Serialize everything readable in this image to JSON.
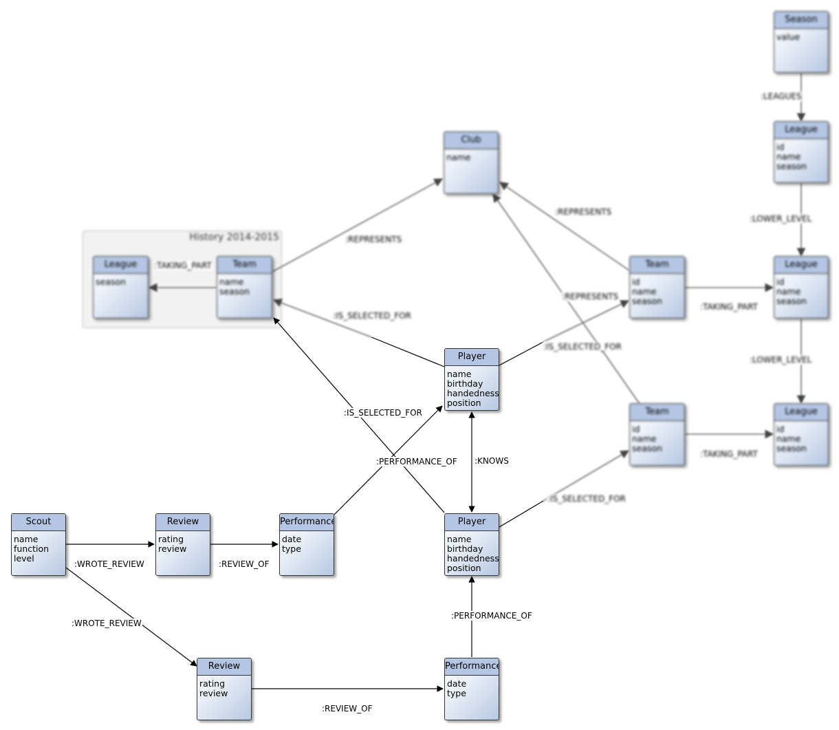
{
  "group": {
    "title": "History 2014-2015"
  },
  "nodes": {
    "season_top": {
      "title": "Season",
      "attrs": [
        "value"
      ]
    },
    "league_r1": {
      "title": "League",
      "attrs": [
        "id",
        "name",
        "season"
      ]
    },
    "league_r2": {
      "title": "League",
      "attrs": [
        "id",
        "name",
        "season"
      ]
    },
    "league_r3": {
      "title": "League",
      "attrs": [
        "id",
        "name",
        "season"
      ]
    },
    "club": {
      "title": "Club",
      "attrs": [
        "name"
      ]
    },
    "team_r1": {
      "title": "Team",
      "attrs": [
        "id",
        "name",
        "season"
      ]
    },
    "team_r2": {
      "title": "Team",
      "attrs": [
        "id",
        "name",
        "season"
      ]
    },
    "league_hist": {
      "title": "League",
      "attrs": [
        "season"
      ]
    },
    "team_hist": {
      "title": "Team",
      "attrs": [
        "name",
        "season"
      ]
    },
    "player_a": {
      "title": "Player",
      "attrs": [
        "name",
        "birthday",
        "handedness",
        "position"
      ]
    },
    "player_b": {
      "title": "Player",
      "attrs": [
        "name",
        "birthday",
        "handedness",
        "position"
      ]
    },
    "scout": {
      "title": "Scout",
      "attrs": [
        "name",
        "function",
        "level"
      ]
    },
    "review_a": {
      "title": "Review",
      "attrs": [
        "rating",
        "review"
      ]
    },
    "review_b": {
      "title": "Review",
      "attrs": [
        "rating",
        "review"
      ]
    },
    "performance_a": {
      "title": "Performance",
      "attrs": [
        "date",
        "type"
      ]
    },
    "performance_b": {
      "title": "Performance",
      "attrs": [
        "date",
        "type"
      ]
    }
  },
  "edge_labels": {
    "leagues": ":LEAGUES",
    "lower_level_1": ":LOWER_LEVEL",
    "lower_level_2": ":LOWER_LEVEL",
    "represents_hist": ":REPRESENTS",
    "represents_1": ":REPRESENTS",
    "represents_2": ":REPRESENTS",
    "taking_part_hist": ":TAKING_PART",
    "taking_part_1": ":TAKING_PART",
    "taking_part_2": ":TAKING_PART",
    "is_selected_for_hist_a": ":IS_SELECTED_FOR",
    "is_selected_for_r1": ":IS_SELECTED_FOR",
    "is_selected_for_hist_b": ":IS_SELECTED_FOR",
    "is_selected_for_r2": ":IS_SELECTED_FOR",
    "performance_of_a": ":PERFORMANCE_OF",
    "performance_of_b": ":PERFORMANCE_OF",
    "knows": ":KNOWS",
    "wrote_review_a": ":WROTE_REVIEW",
    "wrote_review_b": ":WROTE_REVIEW",
    "review_of_a": ":REVIEW_OF",
    "review_of_b": ":REVIEW_OF"
  }
}
